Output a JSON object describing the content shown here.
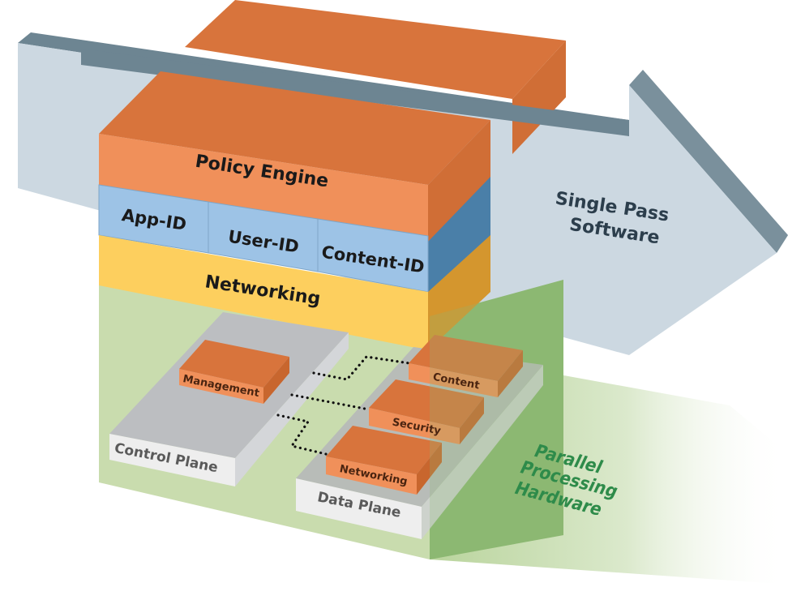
{
  "diagram": {
    "arrow": {
      "label_line1": "Single Pass",
      "label_line2": "Software"
    },
    "software_stack": {
      "policy_engine": "Policy Engine",
      "identification": [
        "App-ID",
        "User-ID",
        "Content-ID"
      ],
      "networking": "Networking"
    },
    "hardware": {
      "label_line1": "Parallel",
      "label_line2": "Processing",
      "label_line3": "Hardware",
      "control_plane": {
        "label": "Control Plane",
        "modules": [
          "Management"
        ]
      },
      "data_plane": {
        "label": "Data Plane",
        "modules": [
          "Content",
          "Security",
          "Networking"
        ]
      }
    },
    "colors": {
      "orange_front": "#f0905a",
      "orange_top": "#d8743c",
      "blue_front": "#9dc3e6",
      "blue_side": "#4a7fa8",
      "yellow_front": "#fdcf5e",
      "yellow_side": "#d4962e",
      "arrow_face": "#ccd8e1",
      "arrow_edge": "#6d8592",
      "green_base": "#c9dcae",
      "green_side": "#8db872",
      "hardware_text": "#2e8b4a",
      "software_text": "#2c3e4c"
    }
  }
}
